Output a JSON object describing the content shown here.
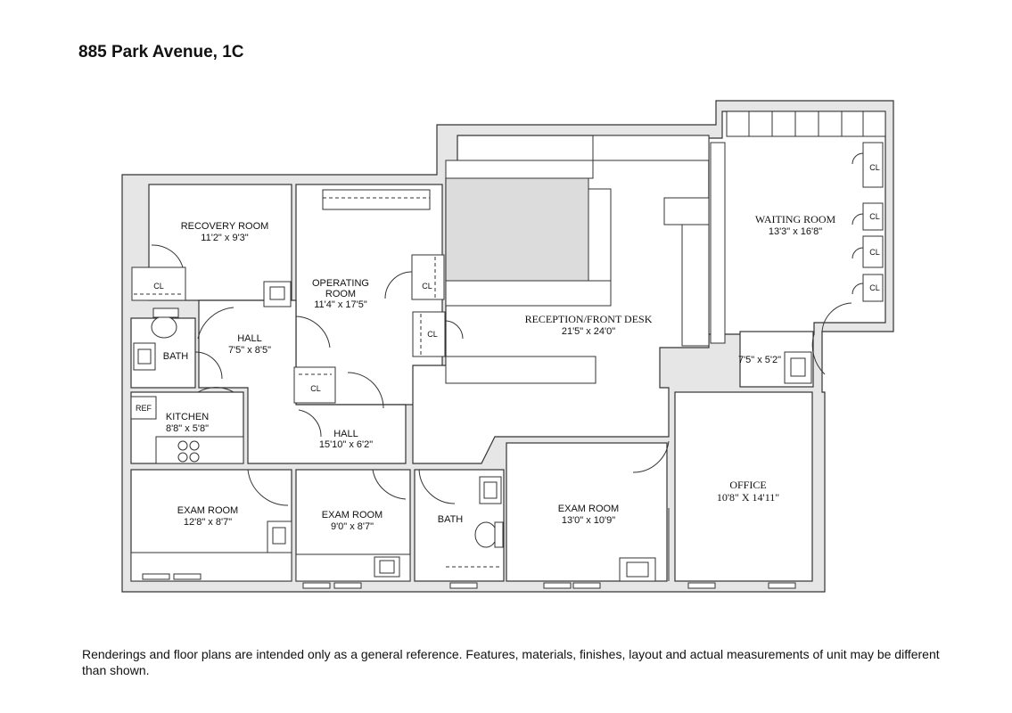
{
  "title": "885 Park Avenue, 1C",
  "rooms": [
    {
      "name": "RECOVERY ROOM",
      "size": "11'2\" x 9'3\""
    },
    {
      "name": "OPERATING ROOM",
      "size": "11'4\" x 17'5\""
    },
    {
      "name": "HALL",
      "size": "7'5\" x 8'5\""
    },
    {
      "name": "BATH",
      "size": ""
    },
    {
      "name": "KITCHEN",
      "size": "8'8\" x 5'8\""
    },
    {
      "name": "HALL",
      "size": "15'10\" x 6'2\""
    },
    {
      "name": "RECEPTION/FRONT DESK",
      "size": "21'5\" x 24'0\""
    },
    {
      "name": "WAITING ROOM",
      "size": "13'3\" x 16'8\""
    },
    {
      "name": "",
      "size": "7'5\" x 5'2\""
    },
    {
      "name": "OFFICE",
      "size": "10'8\" X 14'11\""
    },
    {
      "name": "EXAM ROOM",
      "size": "12'8\" x 8'7\""
    },
    {
      "name": "EXAM ROOM",
      "size": "9'0\" x 8'7\""
    },
    {
      "name": "BATH",
      "size": ""
    },
    {
      "name": "EXAM ROOM",
      "size": "13'0\" x 10'9\""
    }
  ],
  "labels": {
    "closet": "CL",
    "ref": "REF",
    "operating_line1": "OPERATING",
    "operating_line2": "ROOM"
  },
  "disclaimer": "Renderings and floor plans are intended only as a general reference. Features, materials, finishes, layout and actual measurements of unit may be different than shown."
}
